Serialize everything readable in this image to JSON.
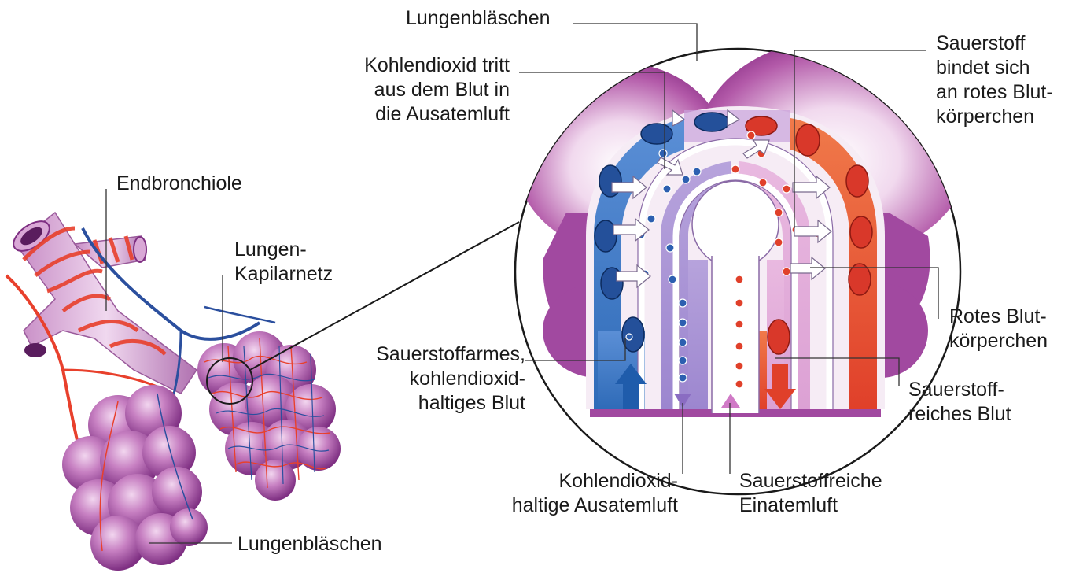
{
  "labels": {
    "alveoli_top": [
      "Lungenbläschen"
    ],
    "co2_exit": [
      "Kohlendioxid tritt",
      "aus dem Blut in",
      "die Ausatemluft"
    ],
    "o2_binds": [
      "Sauerstoff",
      "bindet sich",
      "an rotes Blut-",
      "körperchen"
    ],
    "bronchiole": [
      "Endbronchiole"
    ],
    "capillary_net": [
      "Lungen-",
      "Kapilarnetz"
    ],
    "red_cells": [
      "Rotes Blut-",
      "körperchen"
    ],
    "deoxy_blood": [
      "Sauerstoffarmes,",
      "kohlendioxid-",
      "haltiges Blut"
    ],
    "oxy_blood": [
      "Sauerstoff-",
      "reiches Blut"
    ],
    "exhale_air": [
      "Kohlendioxid-",
      "haltige Ausatemluft"
    ],
    "inhale_air": [
      "Sauerstoffreiche",
      "Einatemluft"
    ],
    "alveoli_bottom": [
      "Lungenbläschen"
    ]
  },
  "colors": {
    "alveolus": "#9b3d96",
    "alveolus_light": "#e7bfe3",
    "deoxy_blood": "#2f6bb8",
    "oxy_blood": "#e0402a",
    "artery_red": "#e8402c",
    "vein_blue": "#2b4f9e",
    "leader_line": "#333333"
  },
  "icons": [
    "blood-flow-up-arrow",
    "blood-flow-down-arrow",
    "air-out-arrow",
    "air-in-arrow",
    "gas-exchange-arrows"
  ]
}
